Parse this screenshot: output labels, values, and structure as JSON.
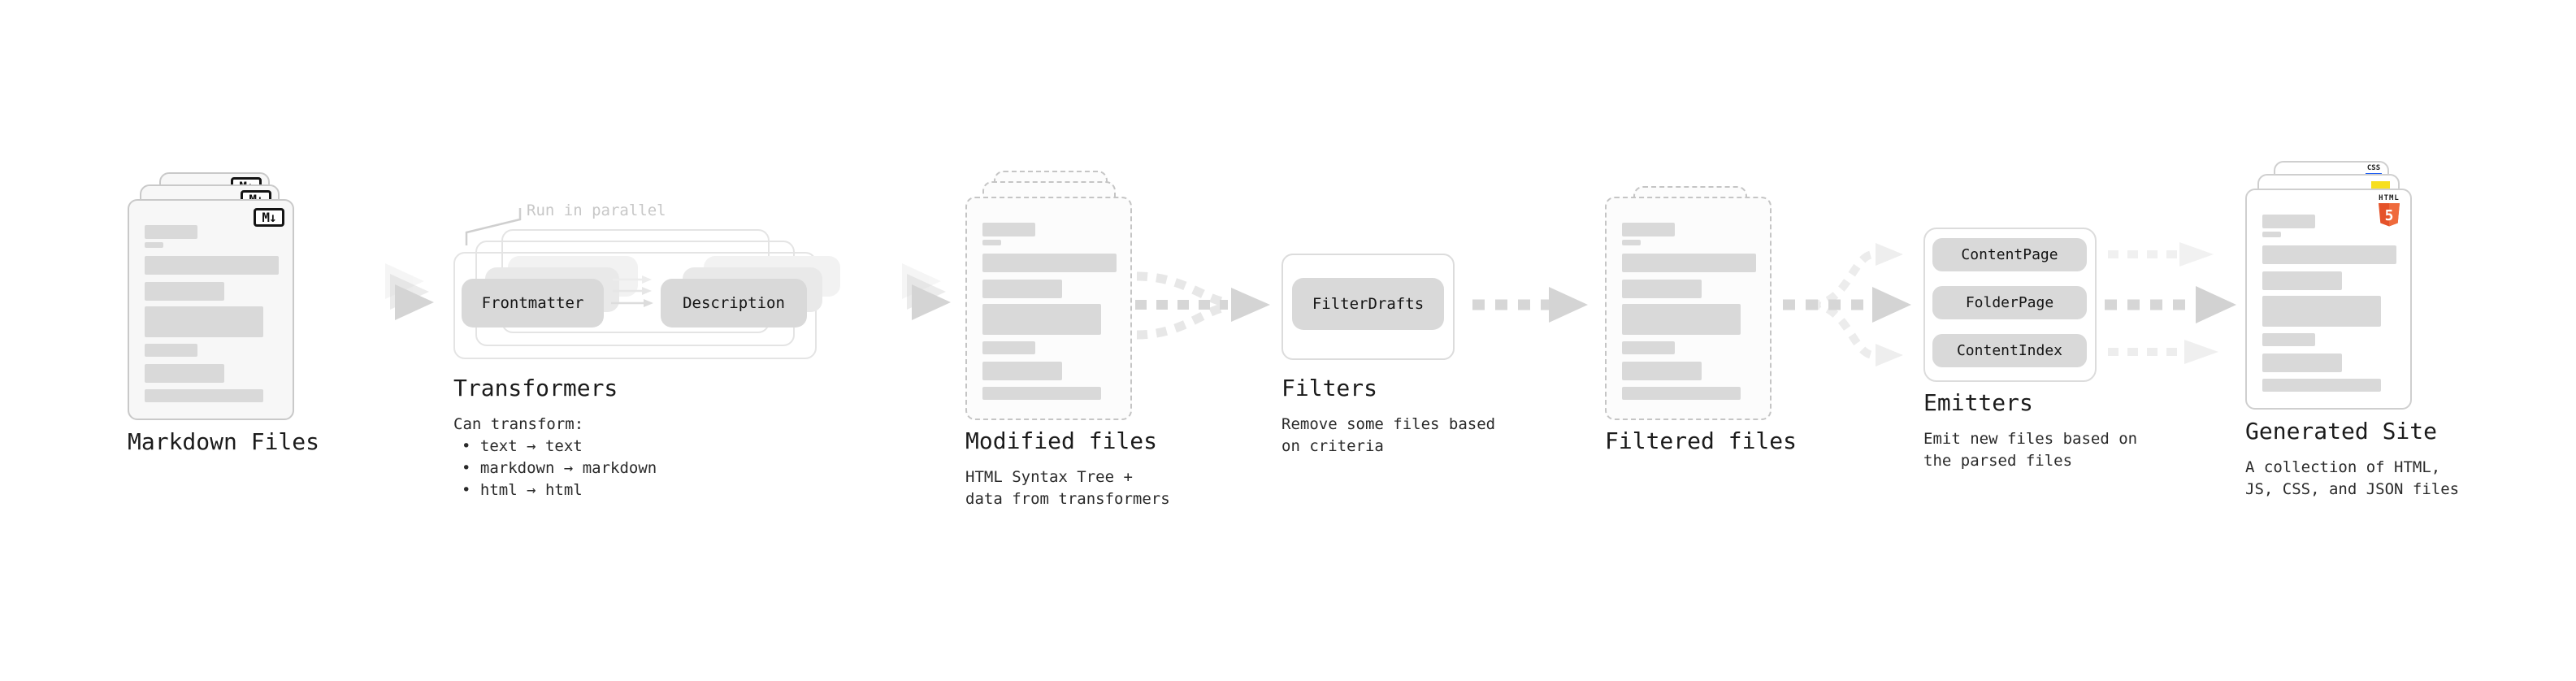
{
  "stages": {
    "markdown_files": {
      "title": "Markdown Files",
      "badge": "M↓"
    },
    "transformers": {
      "title": "Transformers",
      "annotation": "Run in parallel",
      "plugins": [
        "Frontmatter",
        "Description"
      ],
      "notes": [
        "Can transform:",
        "• text → text",
        "• markdown → markdown",
        "• html → html"
      ]
    },
    "modified_files": {
      "title": "Modified files",
      "notes": [
        "HTML Syntax Tree +",
        "data from transformers"
      ]
    },
    "filters": {
      "title": "Filters",
      "plugins": [
        "FilterDrafts"
      ],
      "notes": [
        "Remove some files based",
        "on criteria"
      ]
    },
    "filtered_files": {
      "title": "Filtered files"
    },
    "emitters": {
      "title": "Emitters",
      "plugins": [
        "ContentPage",
        "FolderPage",
        "ContentIndex"
      ],
      "notes": [
        "Emit new files based on",
        "the parsed files"
      ]
    },
    "generated_site": {
      "title": "Generated Site",
      "notes": [
        "A collection of HTML,",
        "JS, CSS, and JSON files"
      ],
      "badges": {
        "html5_word": "HTML",
        "html5_number": "5",
        "css_word": "CSS"
      }
    }
  },
  "colors": {
    "arrow_gray": "#d4d4d4",
    "skeleton_gray": "#d9d9d9",
    "button_gray": "#d9d9d9",
    "html5_orange": "#e5532a",
    "js_yellow": "#f7df1e",
    "css_blue": "#2160f3"
  }
}
